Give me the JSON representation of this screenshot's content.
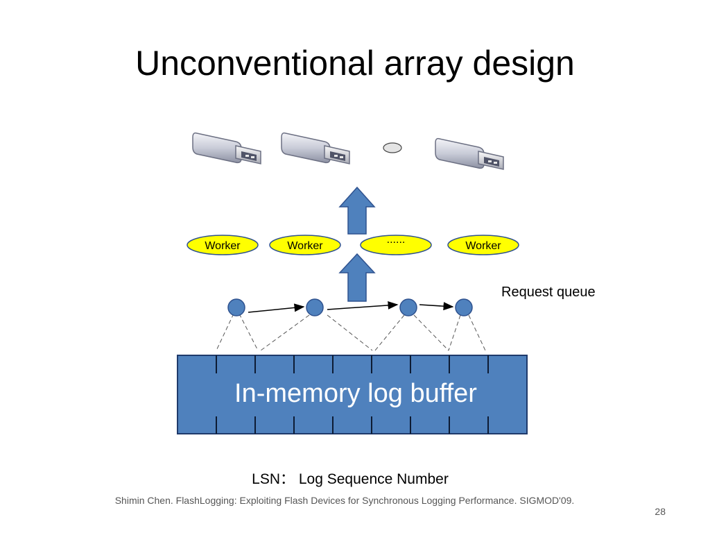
{
  "title": "Unconventional array design",
  "workers": [
    "Worker",
    "Worker",
    "......",
    "Worker"
  ],
  "request_queue_label": "Request queue",
  "buffer_label": "In-memory log buffer",
  "lsn_label": "LSN：  Log Sequence Number",
  "citation": "Shimin Chen. FlashLogging: Exploiting Flash Devices for Synchronous Logging Performance. SIGMOD'09.",
  "page_number": "28",
  "colors": {
    "buffer_fill": "#4f81bd",
    "buffer_border": "#1f3a6b",
    "node_fill": "#4f81bd",
    "worker_fill": "#ffff00",
    "arrow_fill": "#4f81bd"
  }
}
